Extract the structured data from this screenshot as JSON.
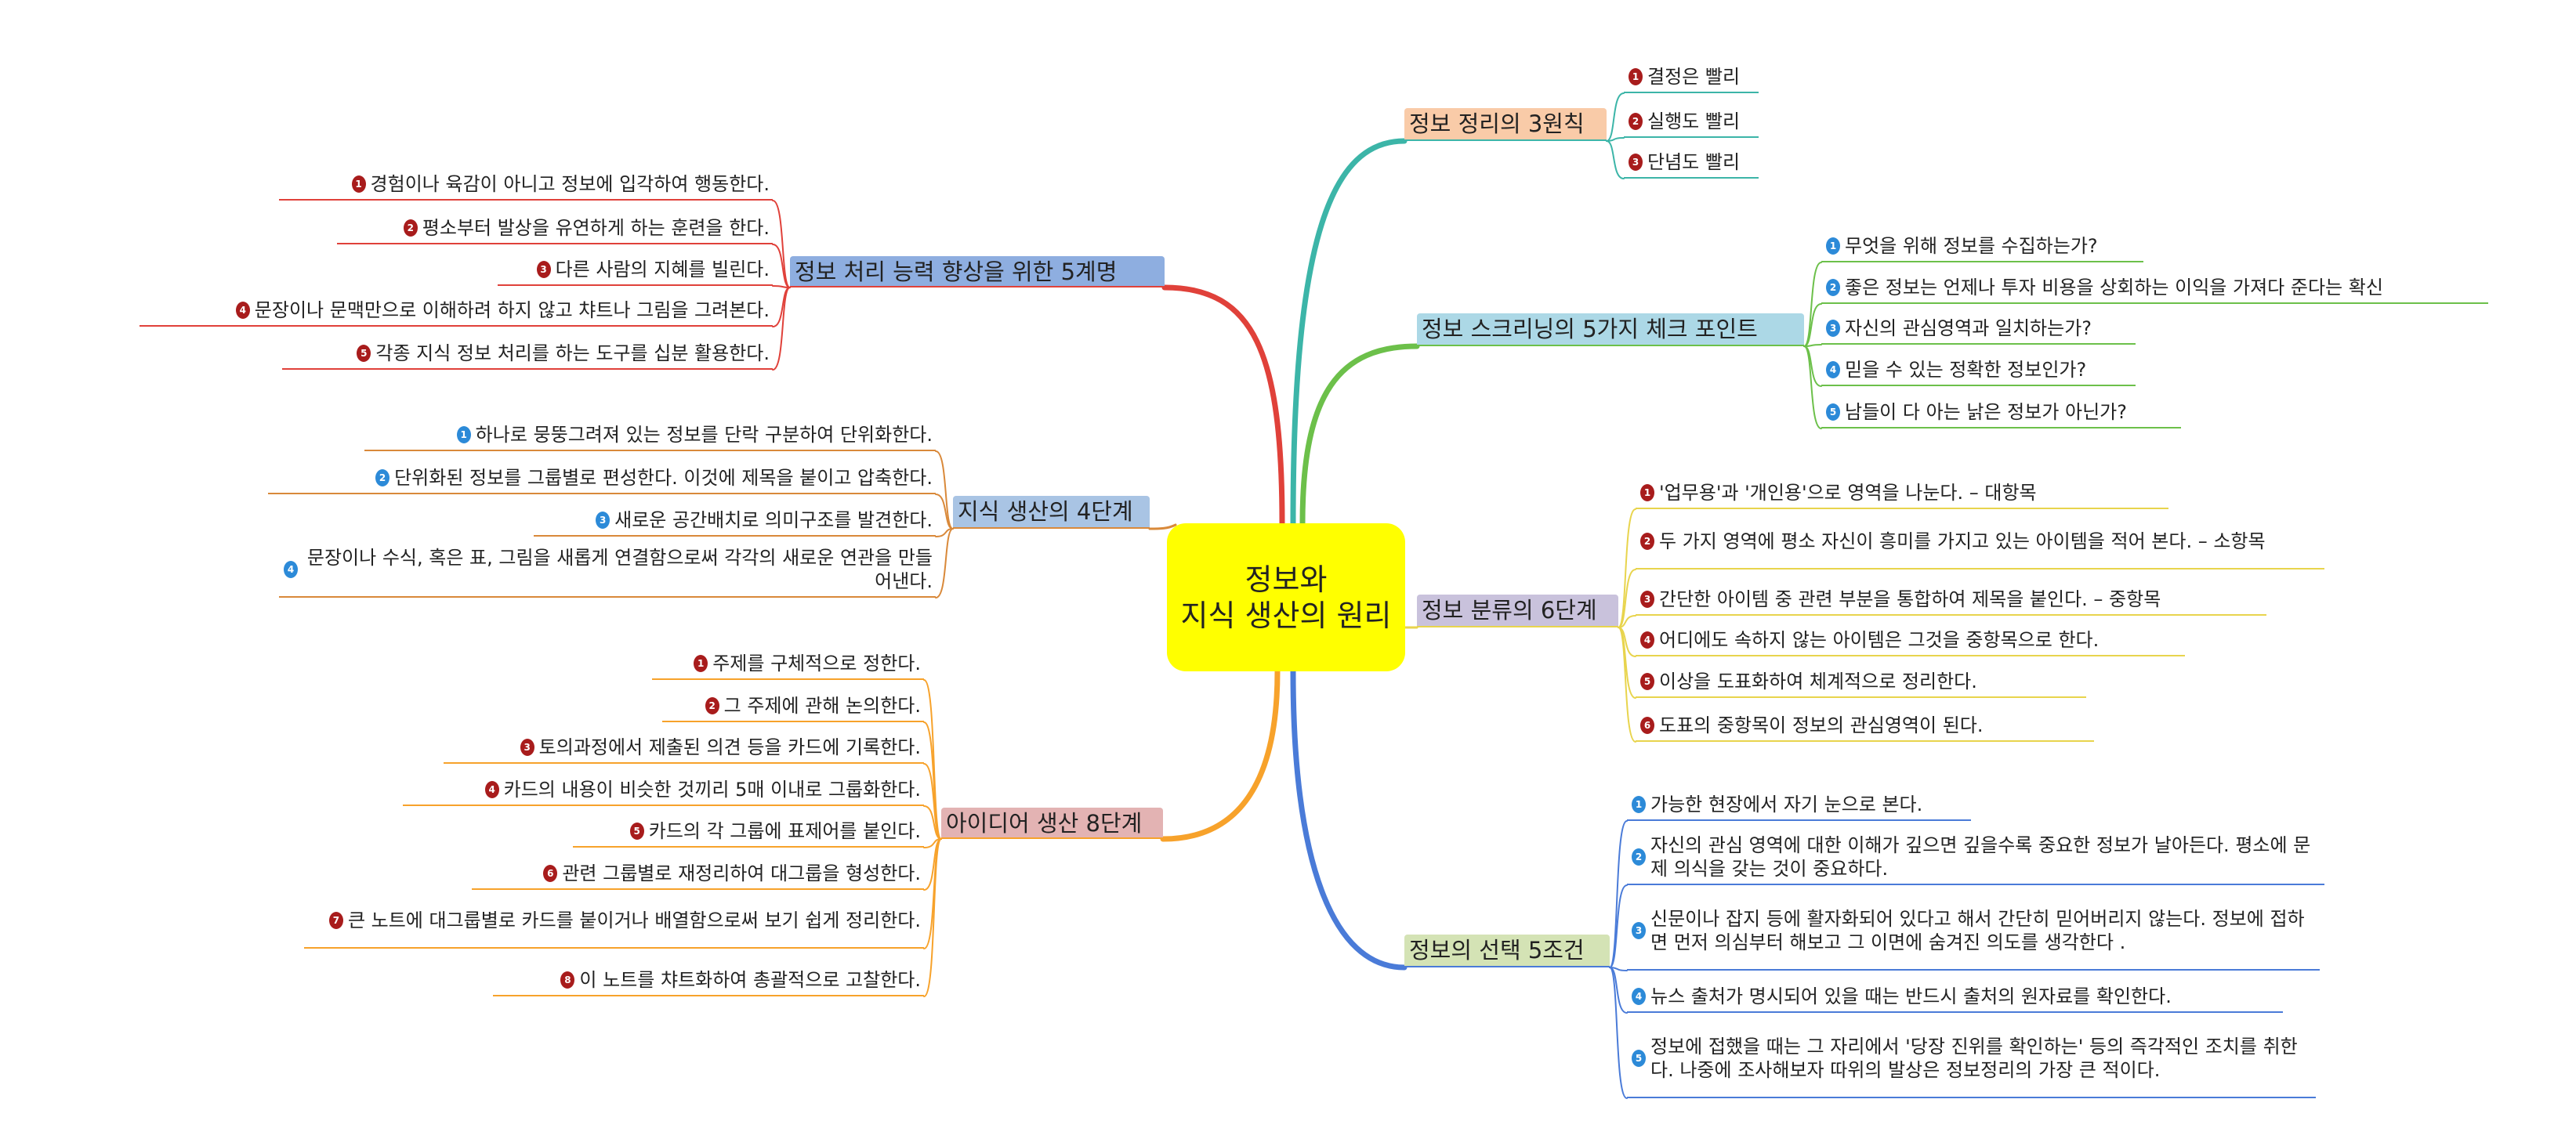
{
  "center": {
    "line1": "정보와",
    "line2": "지식 생산의 원리",
    "color": "#ffff00"
  },
  "branches": [
    {
      "id": "principles",
      "label": "정보 정리의 3원칙",
      "side": "right",
      "line_color": "#3cb5a8",
      "label_bg": "#f9cba8",
      "badge_color": "#a81c1c",
      "items": [
        {
          "n": "1",
          "text": "결정은 빨리"
        },
        {
          "n": "2",
          "text": "실행도 빨리"
        },
        {
          "n": "3",
          "text": "단념도 빨리"
        }
      ]
    },
    {
      "id": "screening",
      "label": "정보 스크리닝의 5가지 체크 포인트",
      "side": "right",
      "line_color": "#6cc04a",
      "label_bg": "#acd8e6",
      "badge_color": "#2c8ad8",
      "items": [
        {
          "n": "1",
          "text": "무엇을 위해 정보를 수집하는가?"
        },
        {
          "n": "2",
          "text": "좋은 정보는 언제나 투자 비용을 상회하는 이익을 가져다 준다는 확신"
        },
        {
          "n": "3",
          "text": "자신의 관심영역과 일치하는가?"
        },
        {
          "n": "4",
          "text": "믿을 수 있는 정확한 정보인가?"
        },
        {
          "n": "5",
          "text": "남들이 다 아는 낡은 정보가 아닌가?"
        }
      ]
    },
    {
      "id": "classification",
      "label": "정보 분류의 6단계",
      "side": "right",
      "line_color": "#e8d44d",
      "label_bg": "#c9c2dc",
      "badge_color": "#a81c1c",
      "items": [
        {
          "n": "1",
          "text": "'업무용'과 '개인용'으로 영역을 나눈다. – 대항목"
        },
        {
          "n": "2",
          "text": "두 가지 영역에 평소 자신이 흥미를 가지고 있는 아이템을 적어 본다. – 소항목"
        },
        {
          "n": "3",
          "text": "간단한 아이템 중 관련 부분을 통합하여 제목을 붙인다. – 중항목"
        },
        {
          "n": "4",
          "text": "어디에도 속하지 않는 아이템은 그것을 중항목으로 한다."
        },
        {
          "n": "5",
          "text": "이상을 도표화하여 체계적으로 정리한다."
        },
        {
          "n": "6",
          "text": "도표의 중항목이 정보의 관심영역이 된다."
        }
      ]
    },
    {
      "id": "selection",
      "label": "정보의 선택 5조건",
      "side": "right",
      "line_color": "#4a7bd8",
      "label_bg": "#d4e3b5",
      "badge_color": "#2c8ad8",
      "items": [
        {
          "n": "1",
          "text": "가능한 현장에서 자기 눈으로 본다."
        },
        {
          "n": "2",
          "text": "자신의 관심 영역에 대한 이해가 깊으면 깊을수록 중요한 정보가 날아든다. 평소에 문제 의식을 갖는 것이 중요하다."
        },
        {
          "n": "3",
          "text": "신문이나 잡지 등에 활자화되어 있다고 해서 간단히 믿어버리지 않는다. 정보에 접하면 먼저 의심부터 해보고 그 이면에 숨겨진 의도를 생각한다 ."
        },
        {
          "n": "4",
          "text": "뉴스 출처가 명시되어 있을 때는 반드시 출처의 원자료를 확인한다."
        },
        {
          "n": "5",
          "text": "정보에 접했을 때는 그 자리에서 '당장 진위를 확인하는' 등의 즉각적인 조치를 취한다. 나중에 조사해보자 따위의 발상은 정보정리의 가장 큰 적이다."
        }
      ]
    },
    {
      "id": "five-rules",
      "label": "정보 처리 능력 향상을 위한 5계명",
      "side": "left",
      "line_color": "#e0413a",
      "label_bg": "#8eaee0",
      "badge_color": "#a81c1c",
      "items": [
        {
          "n": "1",
          "text": "경험이나 육감이 아니고 정보에 입각하여 행동한다."
        },
        {
          "n": "2",
          "text": "평소부터 발상을 유연하게 하는 훈련을 한다."
        },
        {
          "n": "3",
          "text": "다른 사람의 지혜를 빌린다."
        },
        {
          "n": "4",
          "text": "문장이나 문맥만으로 이해하려 하지 않고 챠트나 그림을 그려본다."
        },
        {
          "n": "5",
          "text": "각종 지식 정보 처리를 하는 도구를 십분 활용한다."
        }
      ]
    },
    {
      "id": "knowledge",
      "label": "지식 생산의 4단계",
      "side": "left",
      "line_color": "#d9893a",
      "label_bg": "#a9c4e4",
      "badge_color": "#2c8ad8",
      "items": [
        {
          "n": "1",
          "text": "하나로 뭉뚱그려져 있는 정보를 단락 구분하여 단위화한다."
        },
        {
          "n": "2",
          "text": "단위화된 정보를 그룹별로 편성한다. 이것에 제목을 붙이고 압축한다."
        },
        {
          "n": "3",
          "text": "새로운 공간배치로 의미구조를 발견한다."
        },
        {
          "n": "4",
          "text": "문장이나 수식, 혹은 표, 그림을 새롭게 연결함으로써 각각의 새로운 연관을 만들어낸다."
        }
      ]
    },
    {
      "id": "ideas",
      "label": "아이디어 생산 8단계",
      "side": "left",
      "line_color": "#f7a22b",
      "label_bg": "#e3b3b3",
      "badge_color": "#a81c1c",
      "items": [
        {
          "n": "1",
          "text": "주제를 구체적으로 정한다."
        },
        {
          "n": "2",
          "text": "그 주제에 관해 논의한다."
        },
        {
          "n": "3",
          "text": "토의과정에서 제출된 의견 등을 카드에 기록한다."
        },
        {
          "n": "4",
          "text": "카드의 내용이 비슷한 것끼리 5매 이내로 그룹화한다."
        },
        {
          "n": "5",
          "text": "카드의 각 그룹에 표제어를 붙인다."
        },
        {
          "n": "6",
          "text": "관련 그룹별로 재정리하여 대그룹을 형성한다."
        },
        {
          "n": "7",
          "text": "큰 노트에 대그룹별로 카드를 붙이거나 배열함으로써 보기 쉽게 정리한다."
        },
        {
          "n": "8",
          "text": "이 노트를 챠트화하여 총괄적으로 고찰한다."
        }
      ]
    }
  ]
}
